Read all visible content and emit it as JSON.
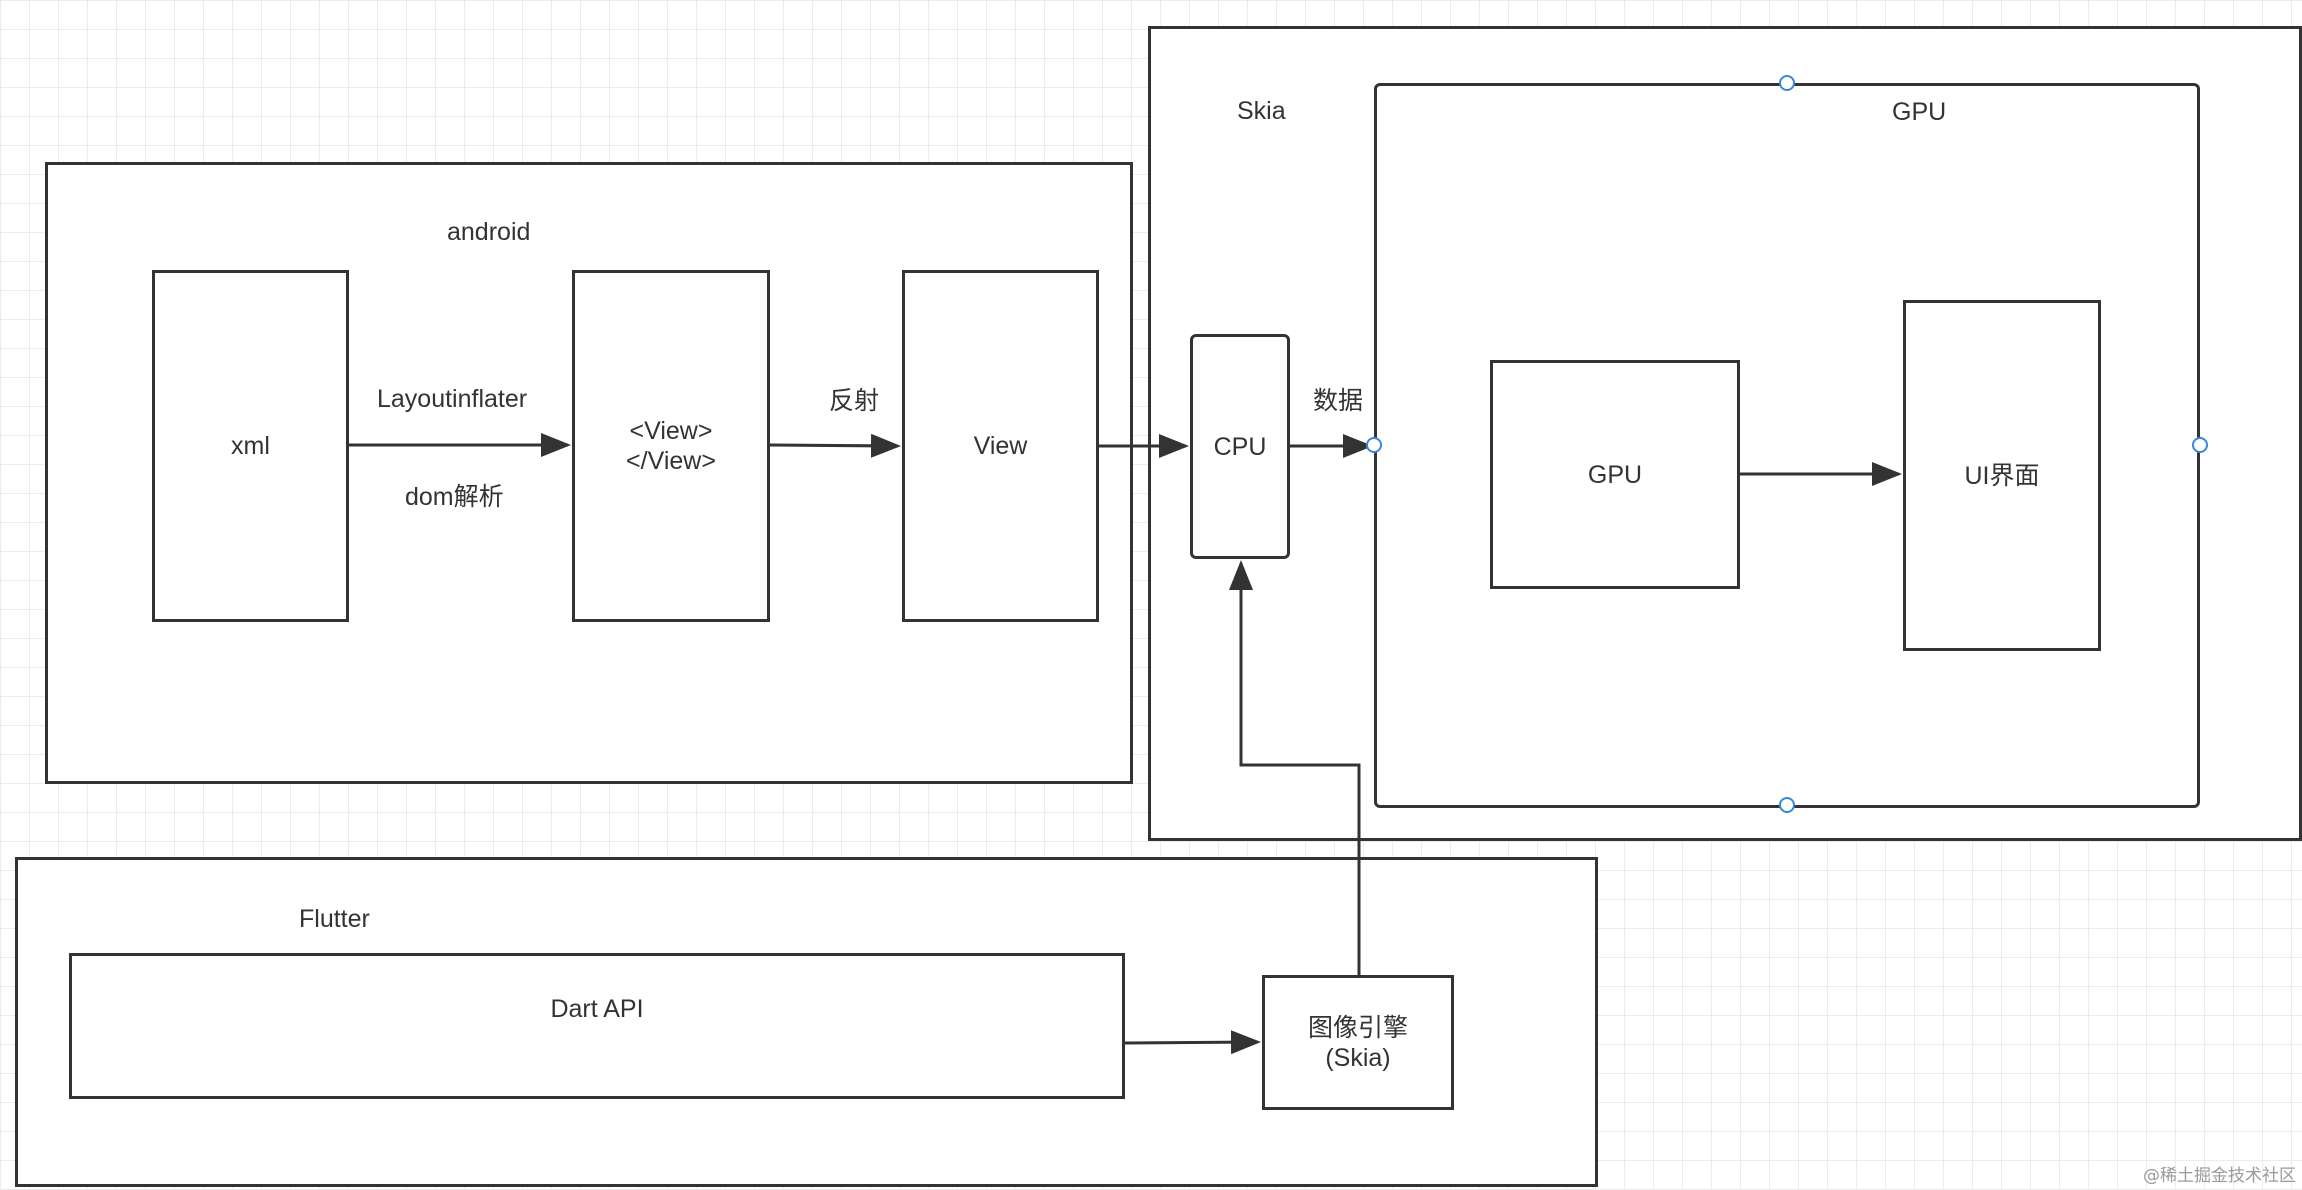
{
  "containers": {
    "android": "android",
    "skia": "Skia",
    "gpu": "GPU",
    "flutter": "Flutter"
  },
  "nodes": {
    "xml": "xml",
    "view_tag_open": "<View>",
    "view_tag_close": "</View>",
    "view": "View",
    "cpu": "CPU",
    "gpu": "GPU",
    "ui": "UI界面",
    "dart_api": "Dart API",
    "image_engine": "图像引擎",
    "image_engine_sub": "(Skia)"
  },
  "edge_labels": {
    "layoutinflater": "Layoutinflater",
    "dom_parse": "dom解析",
    "reflection": "反射",
    "data": "数据"
  },
  "watermark": "@稀土掘金技术社区"
}
